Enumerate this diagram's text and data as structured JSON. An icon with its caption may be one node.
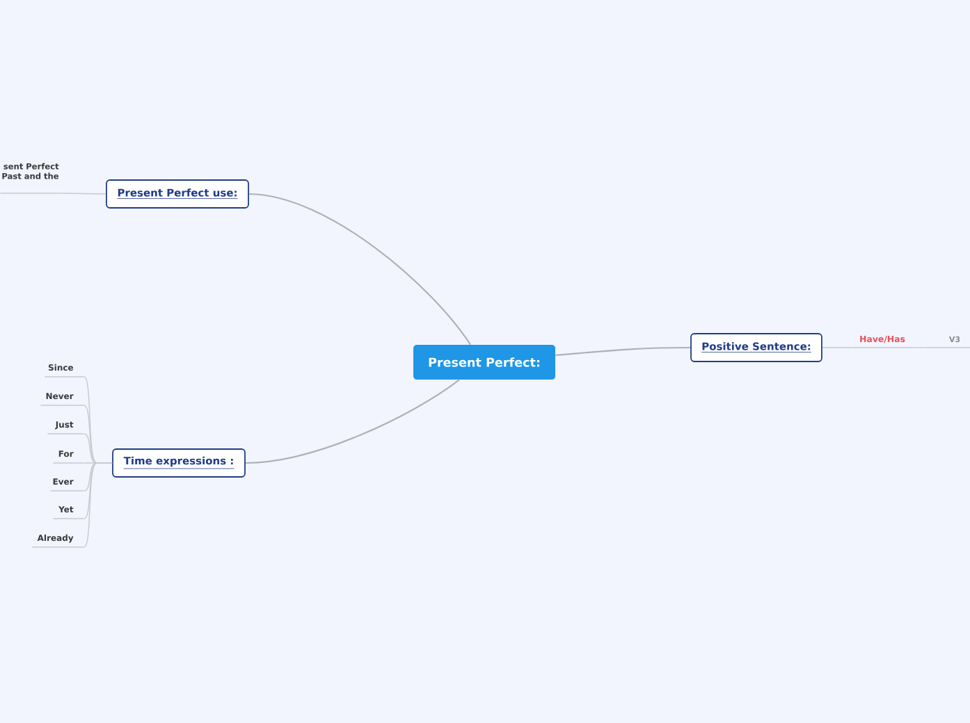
{
  "diagram": {
    "nodes": [
      {
        "text": [
          "Present Perfect:"
        ]
      },
      {
        "text": [
          "Present Perfect use:"
        ]
      },
      {
        "text": [
          "sent Perfect Past and the"
        ]
      },
      {
        "text": [
          "Time expressions :"
        ]
      },
      {
        "text": [
          "Since"
        ]
      },
      {
        "text": [
          "Never"
        ]
      },
      {
        "text": [
          "Just"
        ]
      },
      {
        "text": [
          "For"
        ]
      },
      {
        "text": [
          "Ever"
        ]
      },
      {
        "text": [
          "Yet"
        ]
      },
      {
        "text": [
          "Already"
        ]
      },
      {
        "text": [
          "Positive Sentence:"
        ]
      },
      {
        "text": [
          "Have/Has"
        ]
      },
      {
        "text": [
          "V3"
        ]
      }
    ],
    "edges": [
      {
        "from": 0,
        "to": 1,
        "arrow": "none"
      },
      {
        "from": 1,
        "to": 2,
        "arrow": "none"
      },
      {
        "from": 0,
        "to": 3,
        "arrow": "none"
      },
      {
        "from": 3,
        "to": 4,
        "arrow": "none"
      },
      {
        "from": 3,
        "to": 5,
        "arrow": "none"
      },
      {
        "from": 3,
        "to": 6,
        "arrow": "none"
      },
      {
        "from": 3,
        "to": 7,
        "arrow": "none"
      },
      {
        "from": 3,
        "to": 8,
        "arrow": "none"
      },
      {
        "from": 3,
        "to": 9,
        "arrow": "none"
      },
      {
        "from": 3,
        "to": 10,
        "arrow": "none"
      },
      {
        "from": 0,
        "to": 11,
        "arrow": "none"
      },
      {
        "from": 11,
        "to": 12,
        "arrow": "none"
      },
      {
        "from": 12,
        "to": 13,
        "arrow": "none"
      }
    ]
  }
}
